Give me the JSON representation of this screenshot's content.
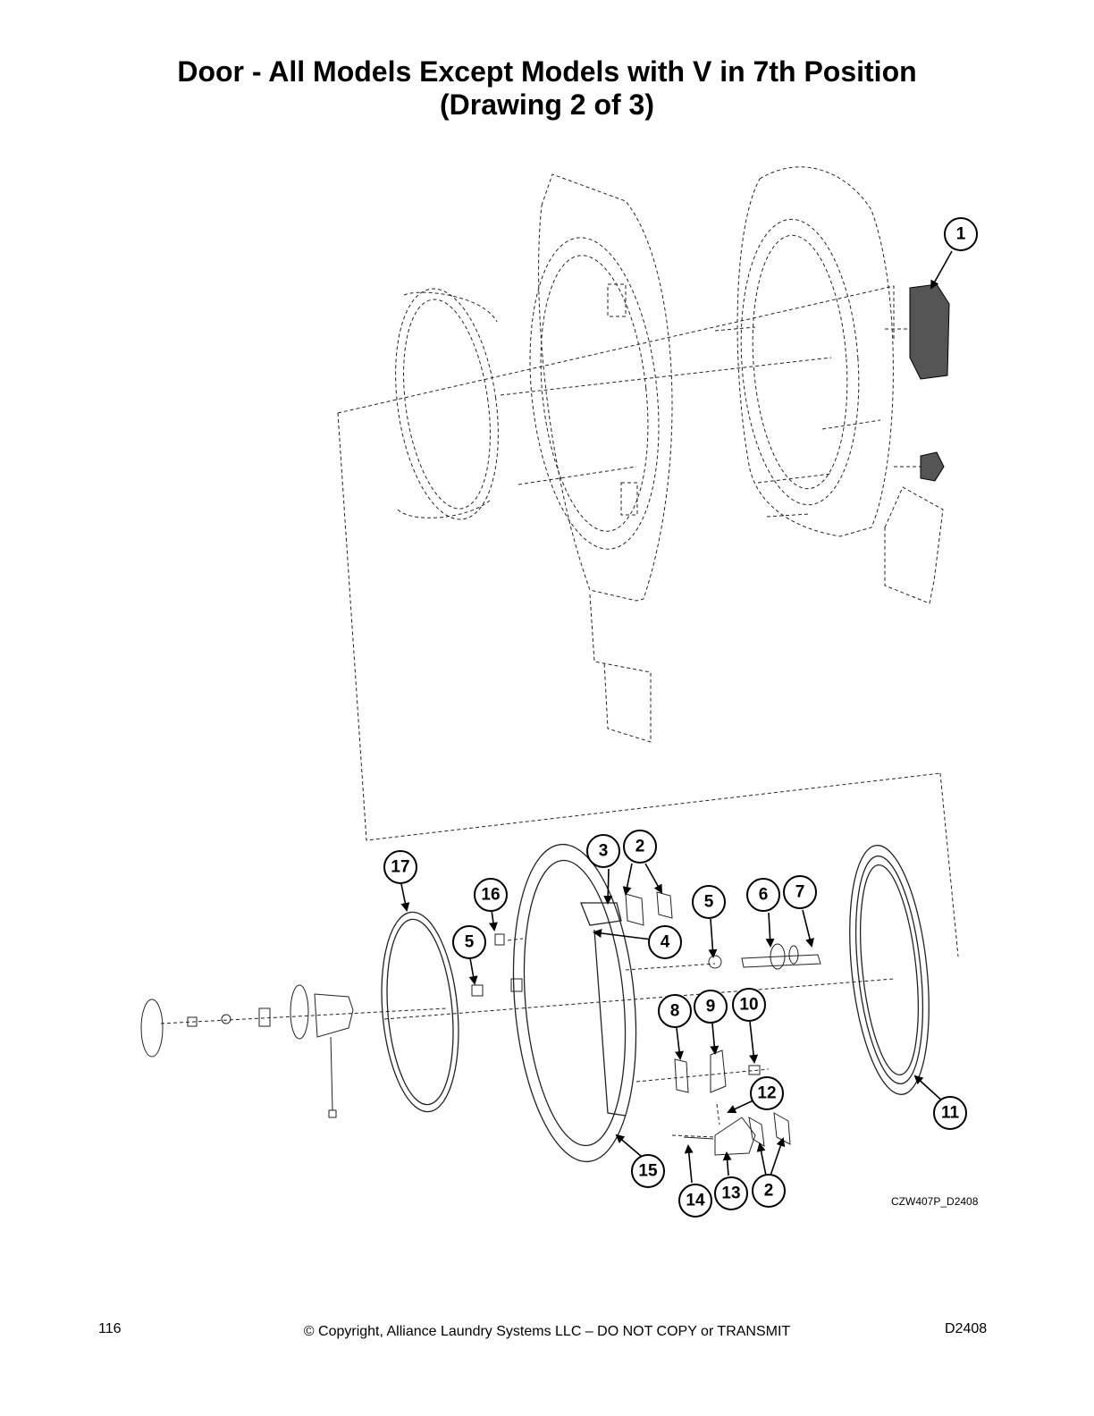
{
  "page": {
    "title_line1": "Door - All Models Except Models with V in 7th Position",
    "title_line2": "(Drawing 2 of 3)",
    "drawing_code": "CZW407P_D2408",
    "page_number": "116",
    "copyright": "© Copyright, Alliance Laundry Systems LLC – DO NOT COPY or TRANSMIT",
    "doc_id": "D2408"
  },
  "callouts": {
    "c1": "1",
    "c2a": "2",
    "c2b": "2",
    "c3": "3",
    "c4": "4",
    "c5a": "5",
    "c5b": "5",
    "c6": "6",
    "c7": "7",
    "c8": "8",
    "c9": "9",
    "c10": "10",
    "c11": "11",
    "c12": "12",
    "c13": "13",
    "c14": "14",
    "c15": "15",
    "c16": "16",
    "c17": "17"
  }
}
